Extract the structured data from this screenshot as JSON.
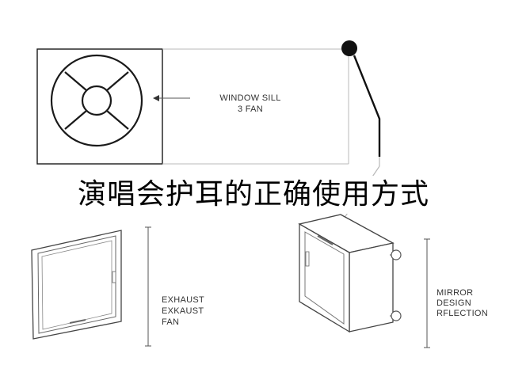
{
  "caption": "演唱会护耳的正确使用方式",
  "diagram": {
    "window_sill_fan": {
      "line1": "WINDOW SILL",
      "line2": "3 FAN"
    },
    "exhaust_fan": {
      "line1": "EXHAUST",
      "line2": "EXKAUST",
      "line3": "FAN"
    },
    "mirror_design": {
      "line1": "MIRROR",
      "line2": "DESIGN",
      "line3": "RFLECTION"
    }
  },
  "colors": {
    "ink": "#1a1a1a",
    "light_line": "#b8b8b8"
  }
}
